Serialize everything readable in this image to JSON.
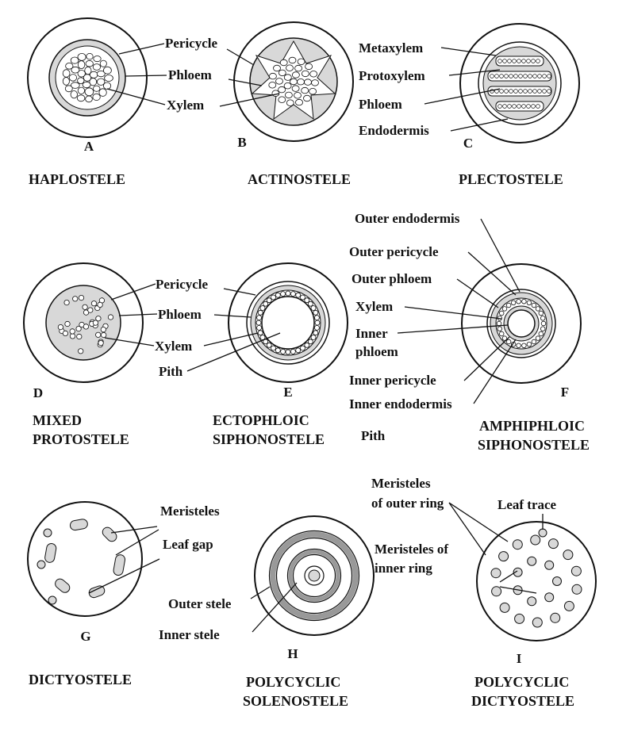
{
  "panels": {
    "A": {
      "letter": "A",
      "title": "HAPLOSTELE",
      "labels": [
        "Pericycle",
        "Phloem",
        "Xylem"
      ]
    },
    "B": {
      "letter": "B",
      "title": "ACTINOSTELE"
    },
    "C": {
      "letter": "C",
      "title": "PLECTOSTELE",
      "labels": [
        "Metaxylem",
        "Protoxylem",
        "Phloem",
        "Endodermis"
      ]
    },
    "D": {
      "letter": "D",
      "title_lines": [
        "MIXED",
        "PROTOSTELE"
      ],
      "labels": [
        "Pericycle",
        "Phloem",
        "Xylem",
        "Pith"
      ]
    },
    "E": {
      "letter": "E",
      "title_lines": [
        "ECTOPHLOIC",
        "SIPHONOSTELE"
      ]
    },
    "F": {
      "letter": "F",
      "title_lines": [
        "AMPHIPHLOIC",
        "SIPHONOSTELE"
      ],
      "labels": [
        "Outer endodermis",
        "Outer pericycle",
        "Outer phloem",
        "Xylem",
        "Inner",
        "phloem",
        "Inner pericycle",
        "Inner endodermis",
        "Pith"
      ]
    },
    "G": {
      "letter": "G",
      "title": "DICTYOSTELE",
      "labels": [
        "Meristeles",
        "Leaf gap"
      ]
    },
    "H": {
      "letter": "H",
      "title_lines": [
        "POLYCYCLIC",
        "SOLENOSTELE"
      ],
      "labels": [
        "Outer stele",
        "Inner stele"
      ]
    },
    "I": {
      "letter": "I",
      "title_lines": [
        "POLYCYCLIC",
        "DICTYOSTELE"
      ],
      "labels": [
        "Meristeles",
        "of outer ring",
        "Leaf trace",
        "Meristeles of",
        "inner ring"
      ]
    }
  }
}
